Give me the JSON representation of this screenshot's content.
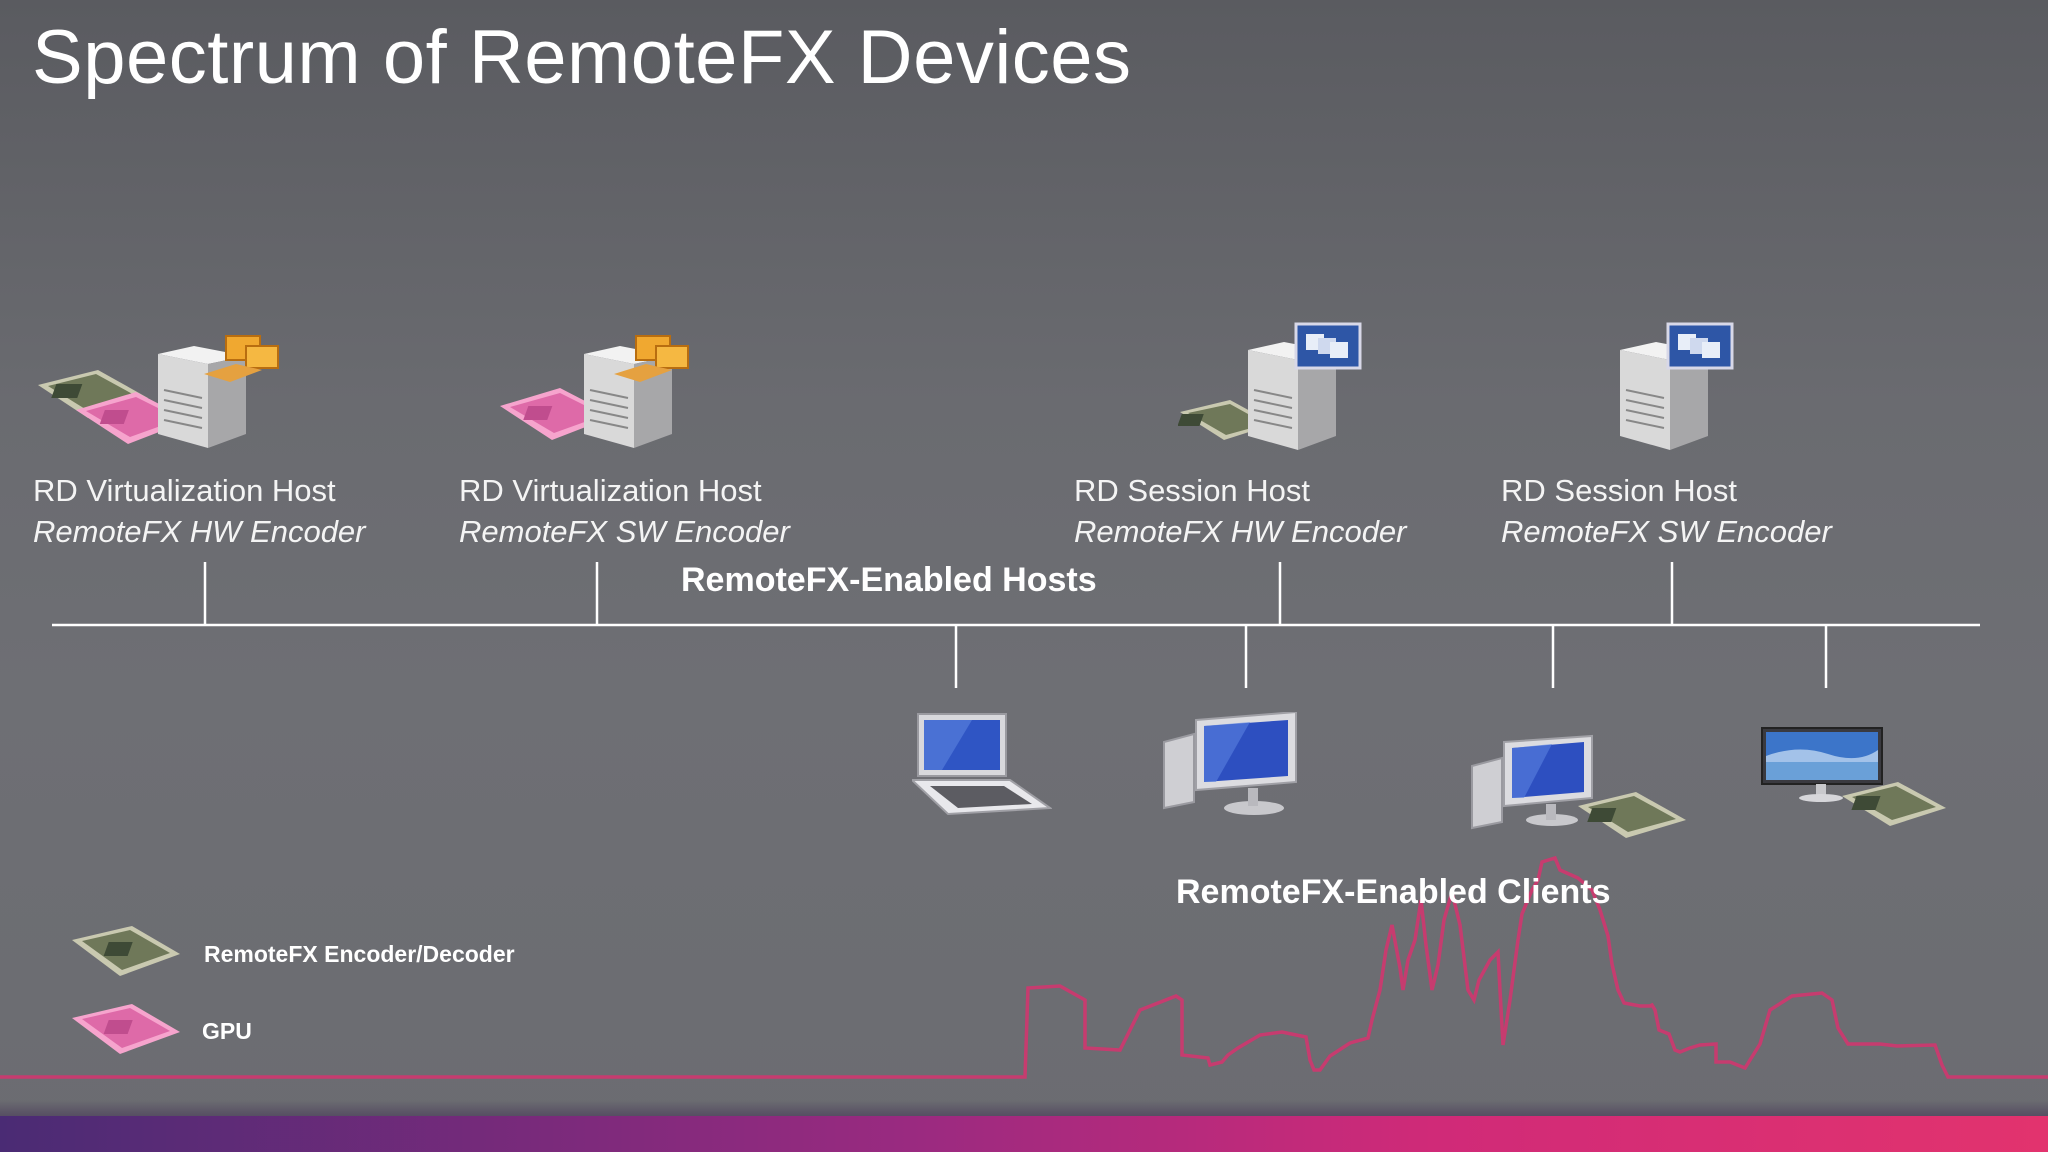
{
  "title": "Spectrum of RemoteFX Devices",
  "hosts": [
    {
      "name": "RD Virtualization Host",
      "encoder": "RemoteFX HW Encoder"
    },
    {
      "name": "RD Virtualization Host",
      "encoder": "RemoteFX SW Encoder"
    },
    {
      "name": "RD Session Host",
      "encoder": "RemoteFX HW Encoder"
    },
    {
      "name": "RD Session Host",
      "encoder": "RemoteFX SW Encoder"
    }
  ],
  "hosts_section_label": "RemoteFX-Enabled Hosts",
  "clients_section_label": "RemoteFX-Enabled Clients",
  "legend": {
    "encoder_label": "RemoteFX Encoder/Decoder",
    "gpu_label": "GPU"
  },
  "colors": {
    "encoder_chip": "#8a9270",
    "gpu_chip": "#e37ab0",
    "skyline": "#d0366f",
    "timeline": "#ffffff"
  }
}
